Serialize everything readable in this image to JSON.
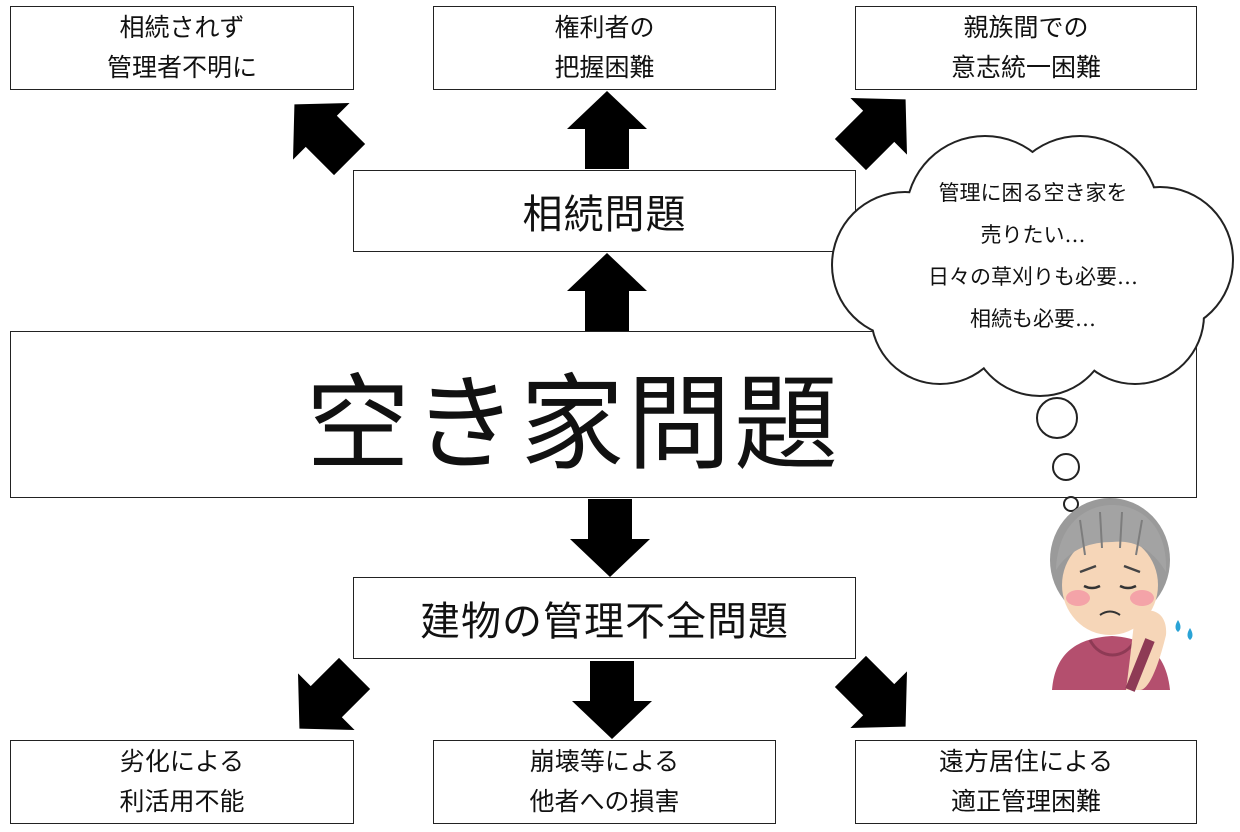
{
  "top_boxes": [
    {
      "line1": "相続されず",
      "line2": "管理者不明に"
    },
    {
      "line1": "権利者の",
      "line2": "把握困難"
    },
    {
      "line1": "親族間での",
      "line2": "意志統一困難"
    }
  ],
  "inheritance_box": "相続問題",
  "main_box": "空き家問題",
  "building_box": "建物の管理不全問題",
  "bottom_boxes": [
    {
      "line1": "劣化による",
      "line2": "利活用不能"
    },
    {
      "line1": "崩壊等による",
      "line2": "他者への損害"
    },
    {
      "line1": "遠方居住による",
      "line2": "適正管理困難"
    }
  ],
  "thought_bubble": {
    "lines": [
      "管理に困る空き家を",
      "売りたい…",
      "日々の草刈りも必要…",
      "相続も必要…"
    ]
  },
  "colors": {
    "arrow": "#000000",
    "border": "#222222",
    "hair": "#9a9a9a",
    "sweater": "#b44f6e",
    "skin": "#f6d6b8"
  },
  "icons": {
    "arrows": "block-arrow",
    "character": "worried-elderly-woman"
  }
}
